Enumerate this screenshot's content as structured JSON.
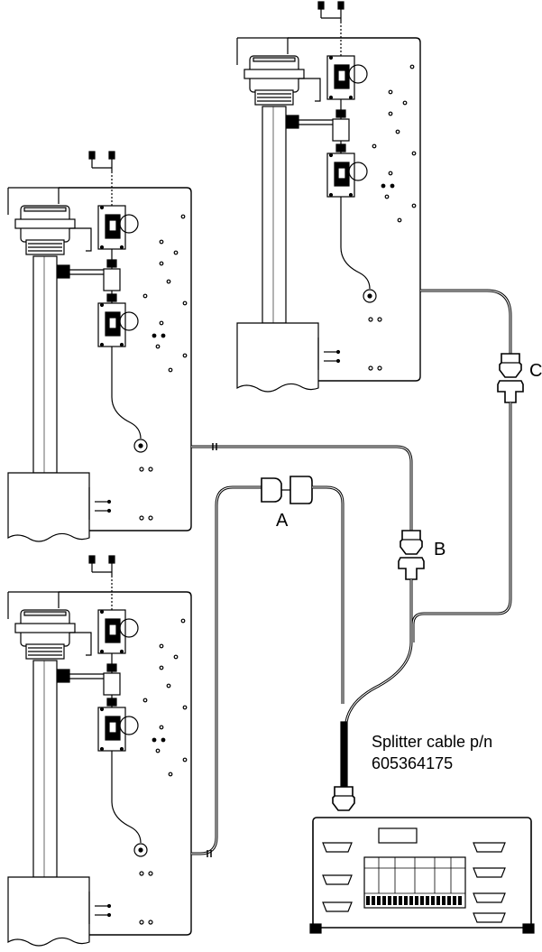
{
  "connectors": {
    "a": "A",
    "b": "B",
    "c": "C"
  },
  "caption": {
    "line1": "Splitter cable p/n",
    "line2": "605364175"
  },
  "colors": {
    "ink": "#000000",
    "paper": "#ffffff",
    "shade": "#cfcfcf"
  }
}
